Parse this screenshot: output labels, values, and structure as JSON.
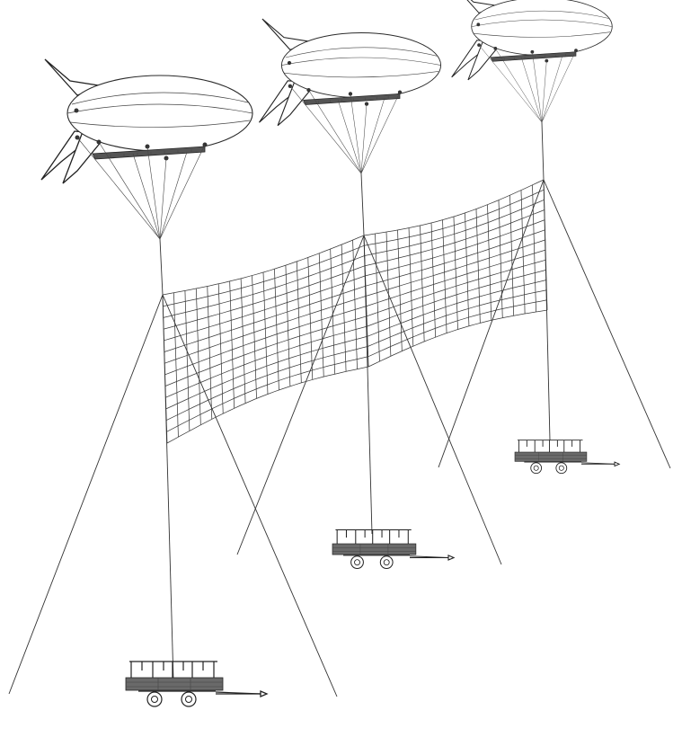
{
  "diagram": {
    "airships": [
      {
        "id": "airship-left"
      },
      {
        "id": "airship-middle"
      },
      {
        "id": "airship-right"
      }
    ],
    "trailers": [
      {
        "id": "trailer-left"
      },
      {
        "id": "trailer-middle"
      },
      {
        "id": "trailer-right"
      }
    ],
    "net": {
      "panels": 2
    },
    "colors": {
      "line": "#333333",
      "deck": "#6a6a6a",
      "background": "#ffffff"
    }
  }
}
